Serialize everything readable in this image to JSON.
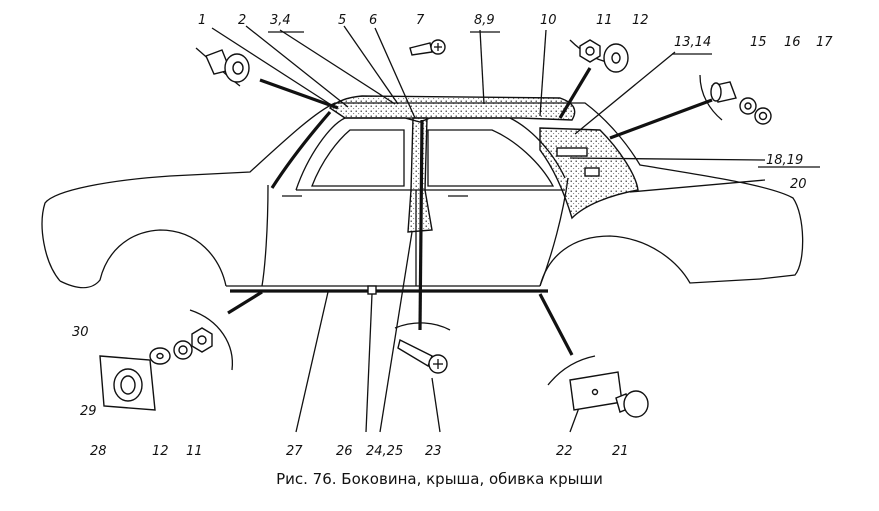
{
  "caption": "Рис. 76. Боковина, крыша, обивка крыши",
  "labels": {
    "l1": "1",
    "l2": "2",
    "l3": "3,4",
    "l5": "5",
    "l6": "6",
    "l7": "7",
    "l8": "8,9",
    "l10": "10",
    "l11a": "11",
    "l12a": "12",
    "l13": "13,14",
    "l15": "15",
    "l16": "16",
    "l17": "17",
    "l18": "18,19",
    "l20": "20",
    "l30": "30",
    "l29": "29",
    "l28": "28",
    "l12b": "12",
    "l11b": "11",
    "l27": "27",
    "l26": "26",
    "l24": "24,25",
    "l23": "23",
    "l22": "22",
    "l21": "21"
  }
}
